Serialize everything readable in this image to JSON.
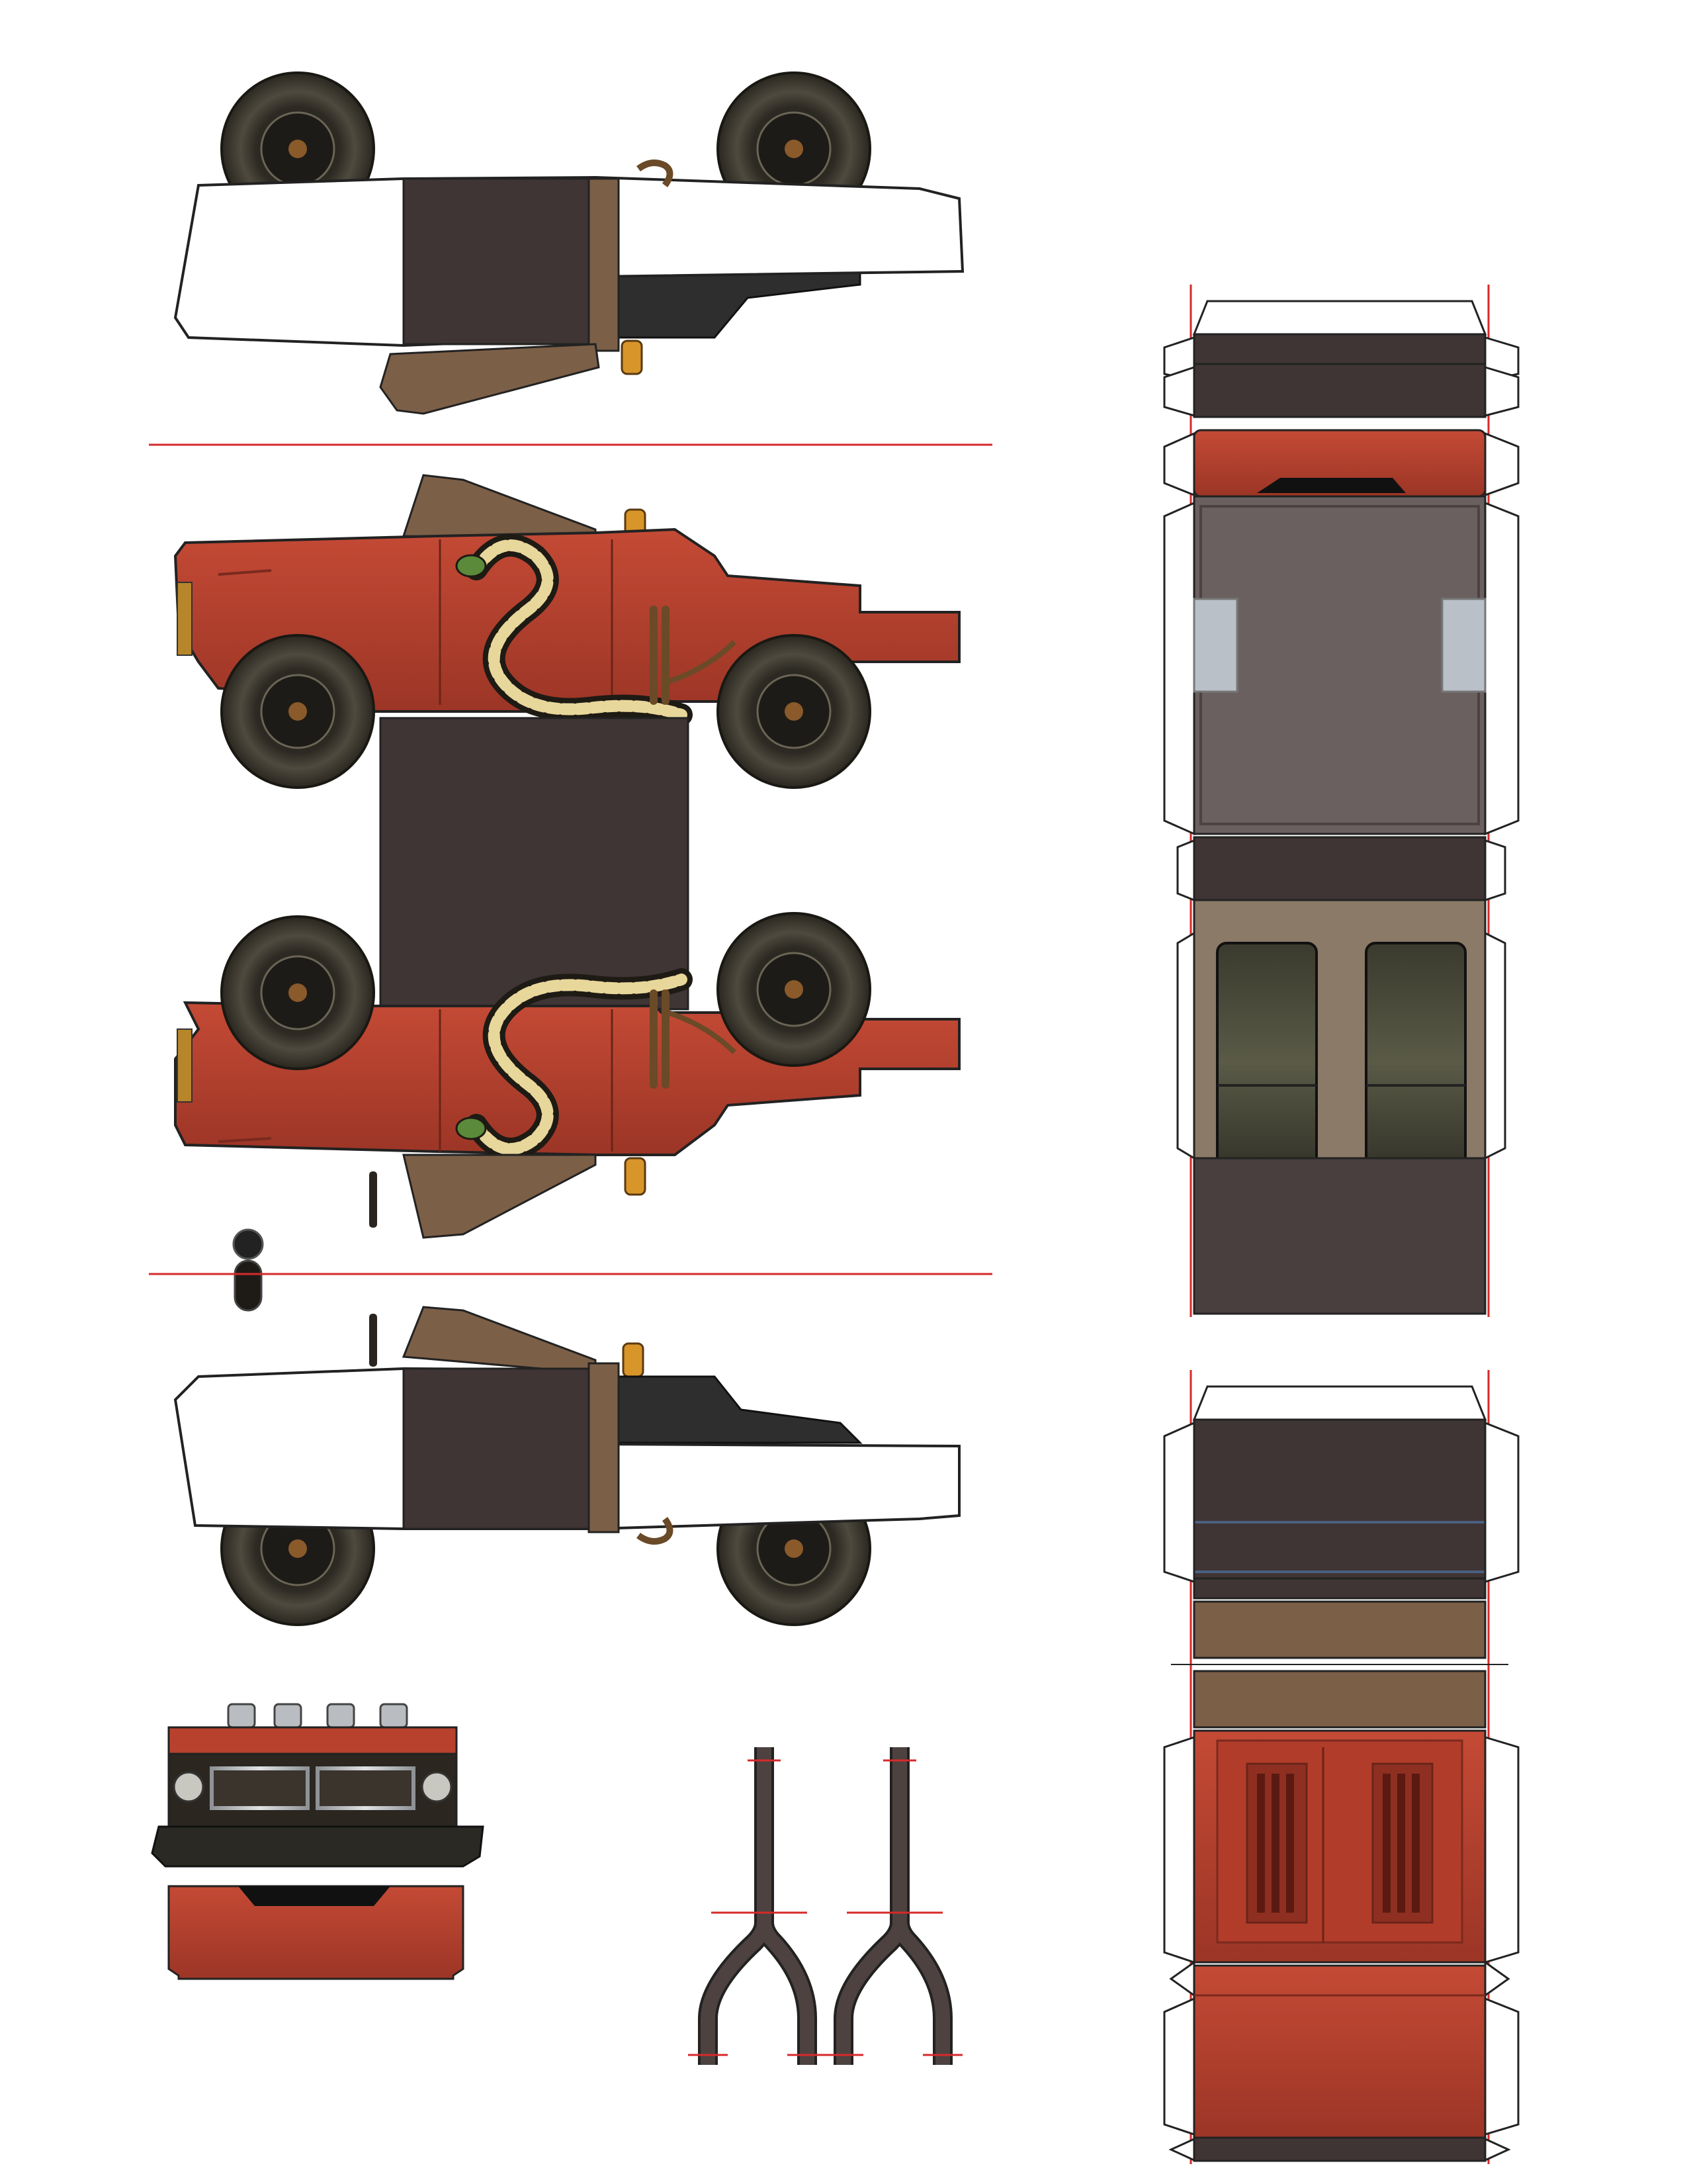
{
  "sheet": {
    "kind": "papercraft-template",
    "colors": {
      "paper": "#ffffff",
      "cut_line": "#d62a2a",
      "body_red": "#b8412e",
      "body_red_dark": "#8e2f22",
      "interior_dark": "#3f3534",
      "interior_mid": "#4a3f3f",
      "leather_tan": "#7c5f47",
      "cardboard": "#8b7a67",
      "tire": "#3a372f",
      "tire_tread": "#5b5647",
      "rim": "#222222",
      "chrome": "#b9bcc0",
      "glass_grey": "#6b6060",
      "snake_cream": "#e8d79a",
      "snake_black": "#1e1a14",
      "amber_light": "#d8952a",
      "roll_bar": "#3d3433"
    },
    "pieces": [
      {
        "id": "side-top",
        "name": "upper-side-panel"
      },
      {
        "id": "side-left",
        "name": "left-side-panel-with-snake"
      },
      {
        "id": "side-right",
        "name": "right-side-panel-with-snake"
      },
      {
        "id": "side-bottom",
        "name": "lower-side-panel"
      },
      {
        "id": "cabin-floor",
        "name": "cabin-top-view"
      },
      {
        "id": "hood-bed",
        "name": "hood-and-bed-top-view"
      },
      {
        "id": "grille",
        "name": "front-grille-with-lights"
      },
      {
        "id": "bumper",
        "name": "rear-bumper"
      },
      {
        "id": "roll-bar-1",
        "name": "roll-bar-frame"
      },
      {
        "id": "roll-bar-2",
        "name": "roll-bar-frame"
      }
    ]
  }
}
